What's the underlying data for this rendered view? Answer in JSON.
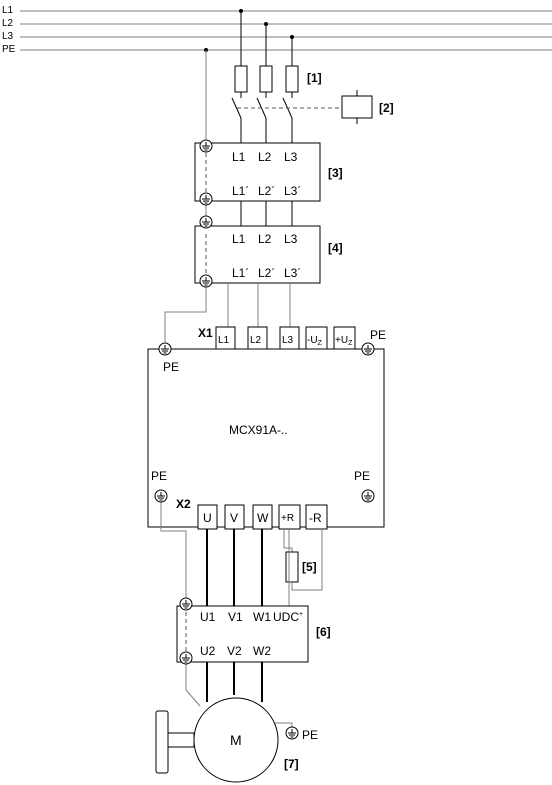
{
  "supply": {
    "l1": "L1",
    "l2": "L2",
    "l3": "L3",
    "pe": "PE"
  },
  "refs": {
    "r1": "[1]",
    "r2": "[2]",
    "r3": "[3]",
    "r4": "[4]",
    "r5": "[5]",
    "r6": "[6]",
    "r7": "[7]"
  },
  "block3": {
    "in": [
      "L1",
      "L2",
      "L3"
    ],
    "out": [
      "L1´",
      "L2´",
      "L3´"
    ]
  },
  "block4": {
    "in": [
      "L1",
      "L2",
      "L3"
    ],
    "out": [
      "L1´",
      "L2´",
      "L3´"
    ]
  },
  "inverter": {
    "name": "MCX91A-..",
    "x1_label": "X1",
    "x2_label": "X2",
    "x1_terminals": [
      "L1",
      "L2",
      "L3",
      "-U",
      "+U"
    ],
    "dc_subscript": "Z",
    "x2_terminals": [
      "U",
      "V",
      "W",
      "+R",
      "-R"
    ],
    "pe_top_left": "PE",
    "pe_top_right": "PE",
    "pe_mid_left": "PE",
    "pe_mid_right": "PE"
  },
  "block6": {
    "top": [
      "U1",
      "V1",
      "W1",
      "UDC"
    ],
    "udc_sup": "+",
    "bottom": [
      "U2",
      "V2",
      "W2"
    ]
  },
  "motor": {
    "label": "M",
    "pe": "PE"
  }
}
